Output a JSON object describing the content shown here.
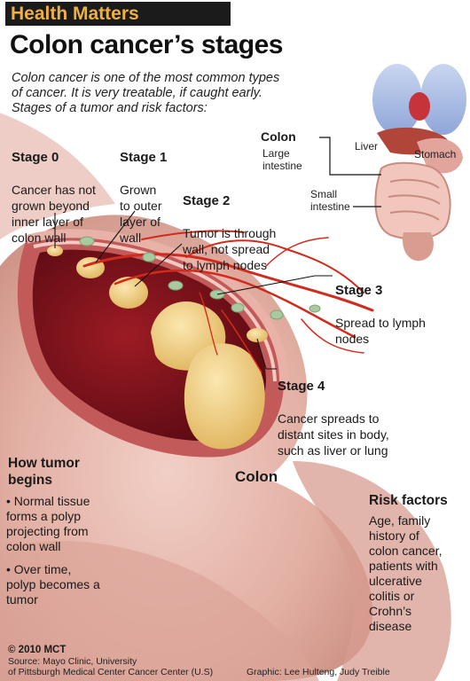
{
  "banner": "Health Matters",
  "title": "Colon cancer’s stages",
  "intro": "Colon cancer is one of the most common types\nof cancer. It is very treatable, if caught early.\nStages of a tumor and risk factors:",
  "anatomy": {
    "colon": "Colon",
    "large_intestine": "Large\nintestine",
    "liver": "Liver",
    "stomach": "Stomach",
    "small_intestine": "Small\nintestine"
  },
  "stages": [
    {
      "title": "Stage 0",
      "desc": "Cancer has not\ngrown beyond\ninner layer of\ncolon wall"
    },
    {
      "title": "Stage 1",
      "desc": "Grown\nto outer\nlayer of\nwall"
    },
    {
      "title": "Stage 2",
      "desc": "Tumor is through\nwall, not spread\nto lymph nodes"
    },
    {
      "title": "Stage 3",
      "desc": "Spread to lymph\nnodes"
    },
    {
      "title": "Stage 4",
      "desc": "Cancer spreads to\ndistant sites in body,\nsuch as liver or lung"
    }
  ],
  "colon_label": "Colon",
  "how_tumor": {
    "title": "How tumor\nbegins",
    "points": [
      "• Normal tissue\nforms a polyp\nprojecting from\ncolon wall",
      "• Over time,\npolyp becomes a\ntumor"
    ]
  },
  "risk": {
    "title": "Risk factors",
    "body": "Age, family\nhistory of\ncolon cancer,\npatients with\nulcerative\ncolitis or\nCrohn’s\ndisease"
  },
  "footer": {
    "copyright": "© 2010 MCT",
    "source": "Source: Mayo Clinic, University\nof Pittsburgh Medical Center Cancer Center (U.S)",
    "graphic": "Graphic: Lee Hulteng, Judy Treible"
  },
  "colors": {
    "banner_bg": "#1b1b1b",
    "banner_text": "#f0b040",
    "tissue": "#e6b7ad",
    "lumen": "#7a0f1a",
    "tumor": "#f2d48a",
    "vessel": "#d22a1c",
    "node": "#a9c9a0"
  }
}
